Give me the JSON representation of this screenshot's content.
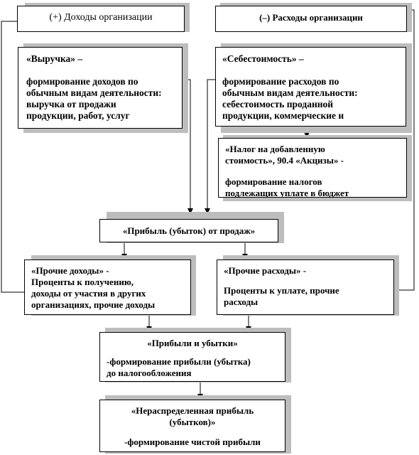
{
  "boxes": {
    "income_org": {
      "title": "(+) Доходы организации"
    },
    "expense_org": {
      "title": "(–) Расходы организации"
    },
    "revenue": {
      "title": "«Выручка»  –",
      "lines": [
        "формирование доходов по",
        "обычным видам деятельности:",
        "выручка от продажи",
        "продукции, работ, услуг"
      ]
    },
    "cost": {
      "title": "«Себестоимость» –",
      "lines": [
        "формирование расходов по",
        "обычным видам деятельности:",
        "себестоимость проданной",
        "продукции, коммерческие и"
      ]
    },
    "vat": {
      "title_lines": [
        "«Налог на добавленную",
        "стоимость», 90.4 «Акцизы»  -"
      ],
      "lines": [
        "формирование налогов",
        "подлежащих уплате в бюджет"
      ]
    },
    "sales_profit": {
      "title": "«Прибыль (убыток)  от продаж»"
    },
    "other_income": {
      "title": "«Прочие доходы»  -",
      "lines": [
        "Проценты к получению,",
        "доходы от участия в других",
        "организациях, прочие доходы"
      ]
    },
    "other_expenses": {
      "title": "«Прочие расходы»  -",
      "lines": [
        "Проценты к уплате, прочие",
        "расходы"
      ]
    },
    "profit_loss": {
      "title": "«Прибыли и убытки»",
      "lines": [
        "-формирование прибыли (убытка)",
        "до налогообложения"
      ]
    },
    "retained": {
      "title_lines": [
        "«Нераспределенная прибыль",
        "(убытков)»"
      ],
      "lines": [
        "-формирование чистой прибыли"
      ]
    }
  }
}
